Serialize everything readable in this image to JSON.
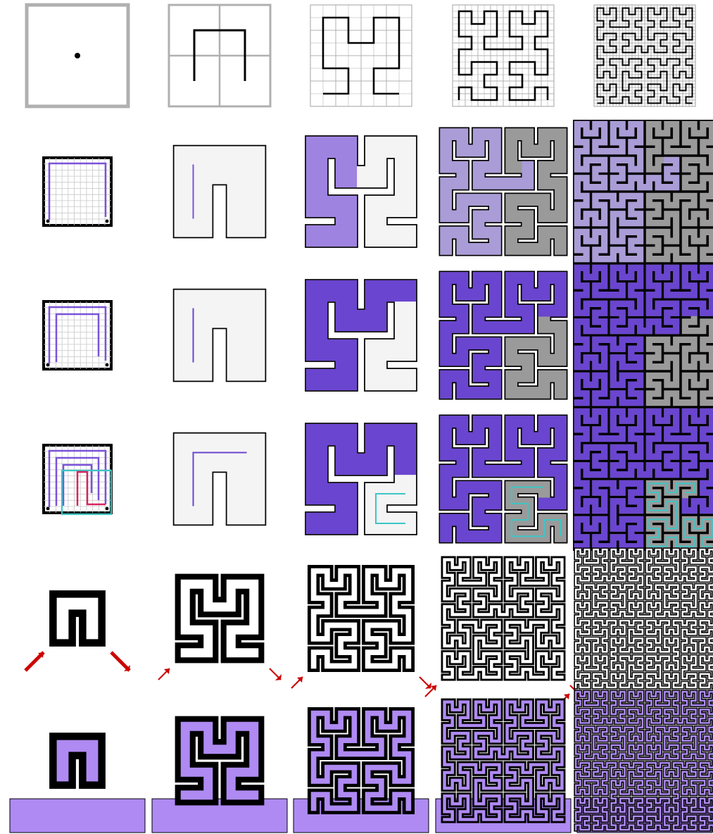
{
  "figure": {
    "columns": [
      {
        "order": 1
      },
      {
        "order": 2
      },
      {
        "order": 3
      },
      {
        "order": 4
      },
      {
        "order": 5
      }
    ],
    "rows": [
      {
        "id": "hilbert-curve-grids",
        "kind": "curve"
      },
      {
        "id": "first-region-fill",
        "kind": "region",
        "fill_stage": 1
      },
      {
        "id": "second-region-fill",
        "kind": "region",
        "fill_stage": 2
      },
      {
        "id": "third-region-fill",
        "kind": "region",
        "fill_stage": 3
      },
      {
        "id": "maze-outline",
        "kind": "maze"
      },
      {
        "id": "flooded-maze",
        "kind": "flood"
      }
    ],
    "colors": {
      "grid_outer": "#b0b0b0",
      "grid_line": "#c8c8c8",
      "curve": "#000000",
      "region_outline": "#000000",
      "purple_line": "#7b52d9",
      "purple_fill": "#6a45cf",
      "light_purple": "#b09cef",
      "gray_fill": "#9a9a9a",
      "cyan": "#3cc6c6",
      "crimson": "#d8235a",
      "arrow_red": "#cc0000",
      "flood_fill": "#ae8af2",
      "maze_wall": "#000000"
    },
    "icons": [
      "start-dot-icon",
      "entry-arrow-icon",
      "exit-arrow-icon"
    ]
  }
}
